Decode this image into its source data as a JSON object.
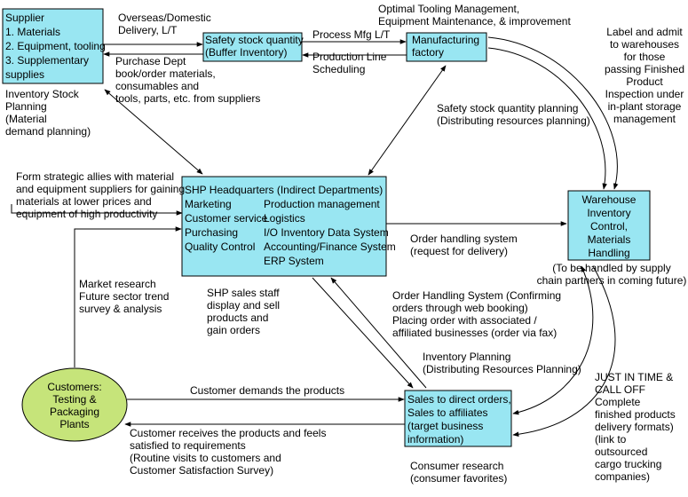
{
  "colors": {
    "box_fill": "#99e6f2",
    "ellipse_fill": "#c6e47a",
    "line": "#000000"
  },
  "nodes": {
    "supplier": [
      "Supplier",
      "1. Materials",
      "2. Equipment, tooling",
      "3. Supplementary",
      "supplies"
    ],
    "safety_stock": [
      "Safety stock quantity",
      "(Buffer Inventory)"
    ],
    "manufacturing": [
      "Manufacturing",
      "factory"
    ],
    "headquarters": {
      "title": "SHP Headquarters (Indirect Departments)",
      "left": [
        "Marketing",
        "Customer service",
        "Purchasing",
        "Quality Control"
      ],
      "right": [
        "Production management",
        "Logistics",
        "I/O Inventory Data System",
        "Accounting/Finance System",
        "ERP System"
      ]
    },
    "warehouse": [
      "Warehouse",
      "Inventory",
      "Control,",
      "Materials",
      "Handling"
    ],
    "sales": [
      "Sales to direct orders,",
      "Sales to affiliates",
      "(target business",
      "information)"
    ],
    "customers": [
      "Customers:",
      "Testing &",
      "Packaging",
      "Plants"
    ]
  },
  "labels": {
    "overseas": [
      "Overseas/Domestic",
      "Delivery, L/T"
    ],
    "purchase_dept": [
      "Purchase Dept",
      "book/order materials,",
      "consumables and",
      "tools, parts, etc. from suppliers"
    ],
    "process_mfg": [
      "Process Mfg L/T"
    ],
    "production_line": [
      "Production Line",
      "Scheduling"
    ],
    "optimal_tooling": [
      "Optimal Tooling Management,",
      "Equipment Maintenance, & improvement"
    ],
    "label_admit": [
      "Label and admit",
      "to warehouses",
      "for those",
      "passing Finished",
      "Product",
      "Inspection under",
      "in-plant storage",
      "management"
    ],
    "inventory_stock": [
      "Inventory Stock",
      "Planning",
      "(Material",
      "demand planning)"
    ],
    "safety_planning": [
      "Safety stock quantity planning",
      "(Distributing resources planning)"
    ],
    "strategic_allies": [
      "Form strategic allies with material",
      "and equipment suppliers for gaining",
      "materials at lower prices and",
      "equipment of high productivity"
    ],
    "order_handling": [
      "Order handling system",
      "(request for delivery)"
    ],
    "supply_chain": [
      "(To be handled by supply",
      "chain partners in coming future)"
    ],
    "market_research": [
      "Market research",
      "Future sector trend",
      "survey & analysis"
    ],
    "sales_staff": [
      "SHP sales staff",
      "display and sell",
      "products and",
      "gain orders"
    ],
    "order_web": [
      "Order Handling System (Confirming",
      "orders through web booking)",
      "Placing order with associated /",
      "affiliated businesses (order via fax)"
    ],
    "inventory_planning": [
      "Inventory Planning",
      "(Distributing Resources Planning)"
    ],
    "jit": [
      "JUST IN TIME &",
      "CALL OFF",
      "Complete",
      "finished products",
      "delivery formats)",
      "(link to",
      "outsourced",
      "cargo trucking",
      "companies)"
    ],
    "customer_demands": [
      "Customer demands the products"
    ],
    "customer_receives": [
      "Customer receives the products and feels",
      "satisfied to requirements",
      "(Routine visits to customers and",
      "Customer Satisfaction Survey)"
    ],
    "consumer_research": [
      "Consumer research",
      "(consumer favorites)"
    ]
  }
}
